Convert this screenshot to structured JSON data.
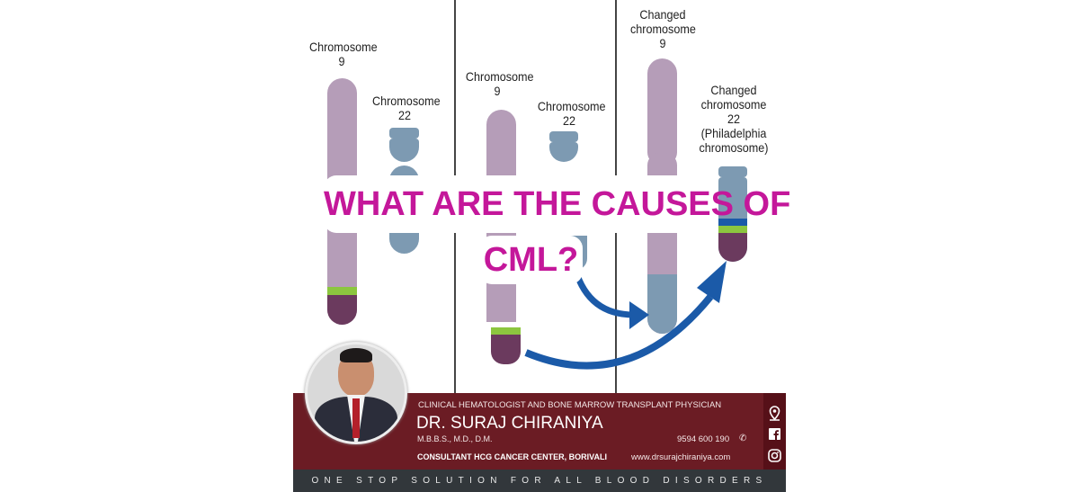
{
  "diagram": {
    "panel1": {
      "chr9_label": "Chromosome\n9",
      "chr22_label": "Chromosome\n22"
    },
    "panel2": {
      "chr9_label": "Chromosome\n9",
      "chr22_label": "Chromosome\n22"
    },
    "panel3": {
      "chr9_label": "Changed\nchromosome\n9",
      "chr22_label": "Changed\nchromosome\n22\n(Philadelphia\nchromosome)"
    },
    "colors": {
      "chr9": "#b59db8",
      "chr22": "#7d9ab2",
      "band_green": "#8cc63f",
      "band_purple": "#6b3a5e",
      "arrow": "#1b5aa8"
    }
  },
  "title": {
    "line1": "WHAT ARE THE CAUSES OF",
    "line2": "CML?",
    "color": "#c4179a"
  },
  "footer": {
    "specialty": "CLINICAL HEMATOLOGIST AND BONE MARROW TRANSPLANT PHYSICIAN",
    "name": "DR. SURAJ CHIRANIYA",
    "degrees": "M.B.B.S., M.D., D.M.",
    "position": "CONSULTANT HCG CANCER CENTER, BORIVALI",
    "phone": "9594 600 190",
    "website": "www.drsurajchiraniya.com",
    "tagline": "ONE STOP SOLUTION FOR ALL BLOOD DISORDERS",
    "icons": [
      "location-icon",
      "facebook-icon",
      "instagram-icon"
    ]
  }
}
